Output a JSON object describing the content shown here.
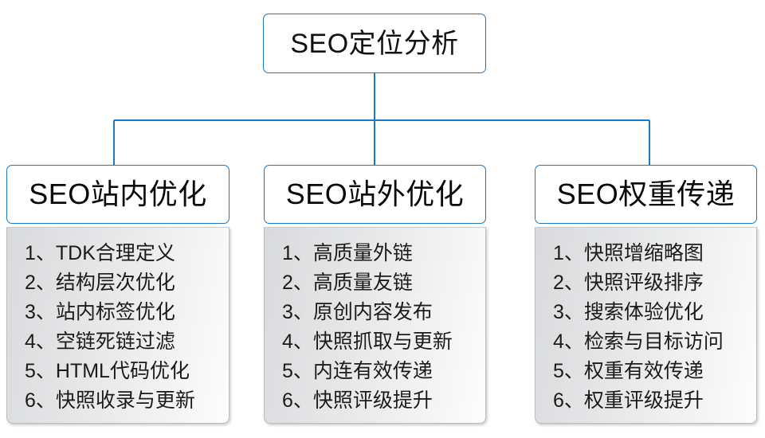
{
  "diagram": {
    "root": {
      "label": "SEO定位分析"
    },
    "connector_color": "#2177bb",
    "header_border_color": "#2177bb",
    "body_border_color": "#b9bcc0",
    "columns": [
      {
        "header": "SEO站内优化",
        "items": [
          "1、TDK合理定义",
          "2、结构层次优化",
          "3、站内标签优化",
          "4、空链死链过滤",
          "5、HTML代码优化",
          "6、快照收录与更新"
        ]
      },
      {
        "header": "SEO站外优化",
        "items": [
          "1、高质量外链",
          "2、高质量友链",
          "3、原创内容发布",
          "4、快照抓取与更新",
          "5、内连有效传递",
          "6、快照评级提升"
        ]
      },
      {
        "header": "SEO权重传递",
        "items": [
          "1、快照增缩略图",
          "2、快照评级排序",
          "3、搜索体验优化",
          "4、检索与目标访问",
          "5、权重有效传递",
          "6、权重评级提升"
        ]
      }
    ]
  }
}
